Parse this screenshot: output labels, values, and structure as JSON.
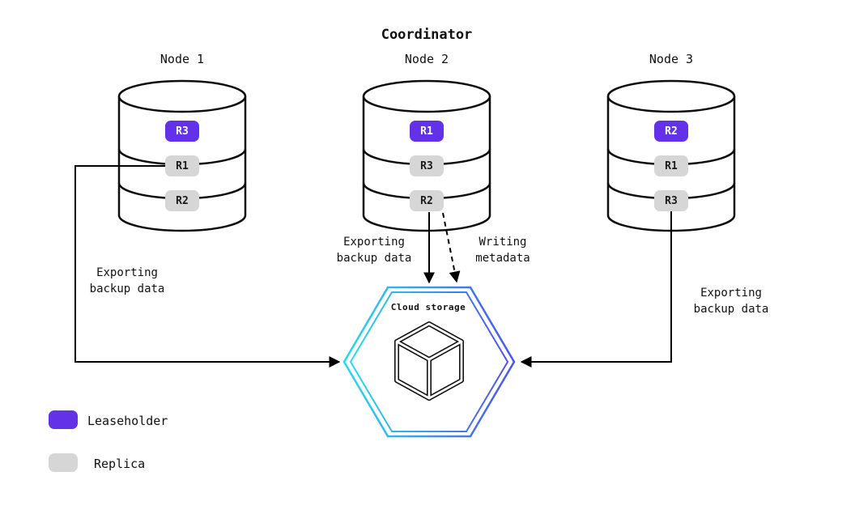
{
  "title": "Coordinator",
  "nodes": [
    {
      "label": "Node 1",
      "replicas": [
        {
          "id": "R3",
          "type": "leaseholder"
        },
        {
          "id": "R1",
          "type": "replica"
        },
        {
          "id": "R2",
          "type": "replica"
        }
      ]
    },
    {
      "label": "Node 2",
      "replicas": [
        {
          "id": "R1",
          "type": "leaseholder"
        },
        {
          "id": "R3",
          "type": "replica"
        },
        {
          "id": "R2",
          "type": "replica"
        }
      ]
    },
    {
      "label": "Node 3",
      "replicas": [
        {
          "id": "R2",
          "type": "leaseholder"
        },
        {
          "id": "R1",
          "type": "replica"
        },
        {
          "id": "R3",
          "type": "replica"
        }
      ]
    }
  ],
  "cloud": {
    "label": "Cloud storage"
  },
  "arrows": {
    "node1": {
      "label": "Exporting\nbackup data",
      "style": "solid"
    },
    "node2_export": {
      "label": "Exporting\nbackup data",
      "style": "solid"
    },
    "node2_metadata": {
      "label": "Writing\nmetadata",
      "style": "dashed"
    },
    "node3": {
      "label": "Exporting\nbackup data",
      "style": "solid"
    }
  },
  "legend": {
    "items": [
      {
        "label": "Leaseholder",
        "type": "leaseholder"
      },
      {
        "label": "Replica",
        "type": "replica"
      }
    ]
  },
  "colors": {
    "leaseholder": "#6231e8",
    "replica": "#d6d6d6",
    "hexagon_gradient_start": "#24dcef",
    "hexagon_gradient_end": "#4e52f1",
    "line": "#000000"
  }
}
